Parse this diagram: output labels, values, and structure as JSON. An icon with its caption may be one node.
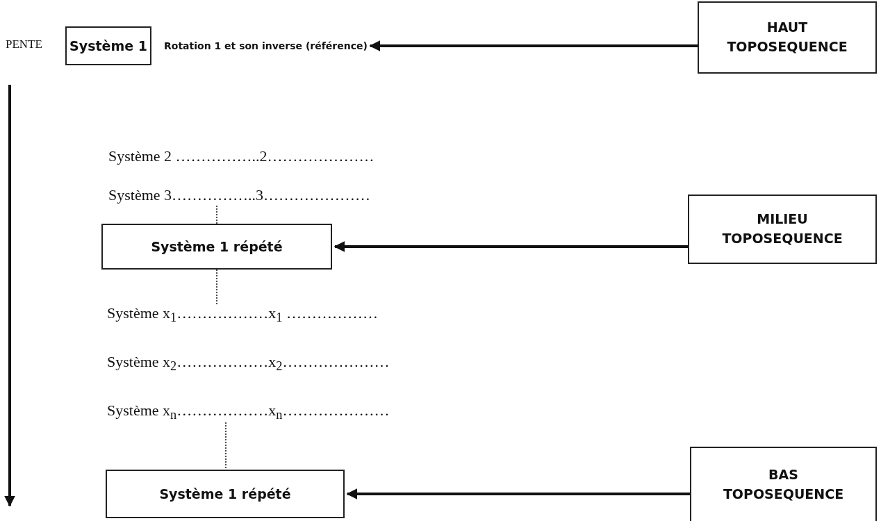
{
  "diagram": {
    "nodes": [
      {
        "text": [
          "Système 1"
        ]
      },
      {
        "text": [
          "Rotation 1 et son inverse (référence)"
        ]
      },
      {
        "text": [
          "HAUT TOPOSEQUENCE"
        ]
      },
      {
        "text": [
          "Système 3……………..3…………………"
        ]
      },
      {
        "text": [
          "Système 1 répété"
        ]
      },
      {
        "text": [
          "MILIEU TOPOSEQUENCE"
        ]
      },
      {
        "text": [
          "Système x$_{1}$………………x$_{1}$ ………………"
        ]
      },
      {
        "text": [
          "Système x$_{n}$………………x$_{n}$…………………"
        ]
      },
      {
        "text": [
          "Système 1 répété"
        ]
      },
      {
        "text": [
          "BAS TOPOSEQUENCE"
        ]
      }
    ],
    "edges": [
      {
        "from": 2,
        "to": 1,
        "arrow": "to",
        "style": "thick"
      },
      {
        "from": 3,
        "to": 4,
        "arrow": "none",
        "style": "dashed"
      },
      {
        "from": 5,
        "to": 4,
        "arrow": "to",
        "style": "thick"
      },
      {
        "from": 4,
        "to": 6,
        "arrow": "none",
        "style": "dashed"
      },
      {
        "from": 7,
        "to": 8,
        "arrow": "none",
        "style": "dashed"
      },
      {
        "from": 9,
        "to": 8,
        "arrow": "to",
        "style": "thick"
      }
    ],
    "labels": [
      "PENTE",
      "Système 2 ……………..2…………………",
      "Système x$_{2}$………………x$_{2}$…………………"
    ]
  }
}
